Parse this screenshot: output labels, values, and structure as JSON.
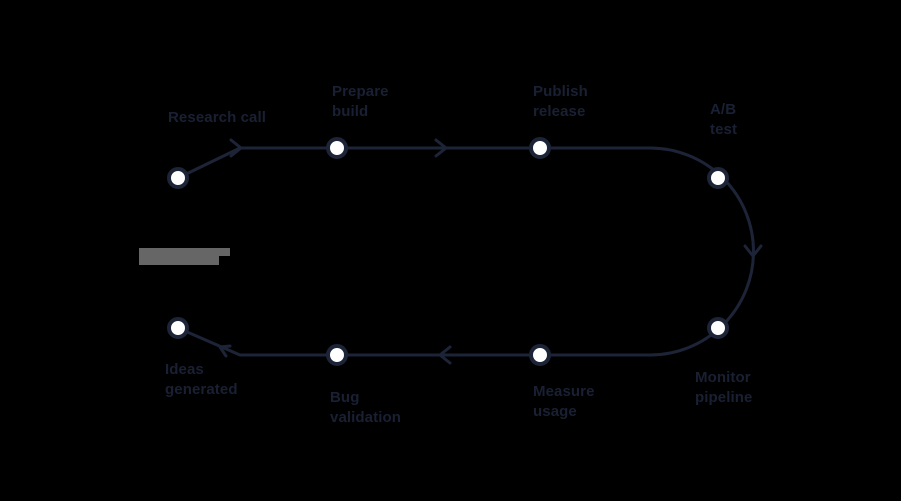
{
  "diagram": {
    "type": "cycle-loop",
    "background": "#000000",
    "colors": {
      "loop_stroke": "#1d2438",
      "node_ring": "#1d2438",
      "node_fill": "#ffffff",
      "label_text": "#1a2033",
      "redacted_bar": "#666666"
    },
    "flow": {
      "sequence": "top-left start, rightward along top, down right arc, leftward along bottom, ends bottom-left",
      "arrows": [
        "right",
        "right",
        "down",
        "left",
        "up-left"
      ]
    },
    "nodes": [
      {
        "id": 1,
        "position": "top-left-start",
        "label": "Research call"
      },
      {
        "id": 2,
        "position": "top-2",
        "label": "Prepare\nbuild"
      },
      {
        "id": 3,
        "position": "top-3",
        "label": "Publish\nrelease"
      },
      {
        "id": 4,
        "position": "top-right",
        "label": "A/B\ntest"
      },
      {
        "id": 5,
        "position": "bottom-right",
        "label": "Monitor\npipeline"
      },
      {
        "id": 6,
        "position": "bottom-3",
        "label": "Measure\nusage"
      },
      {
        "id": 7,
        "position": "bottom-2",
        "label": "Bug\nvalidation"
      },
      {
        "id": 8,
        "position": "bottom-left-end",
        "label": "Ideas\ngenerated"
      }
    ],
    "redacted_label": {
      "present": true,
      "color": "#666666"
    }
  }
}
